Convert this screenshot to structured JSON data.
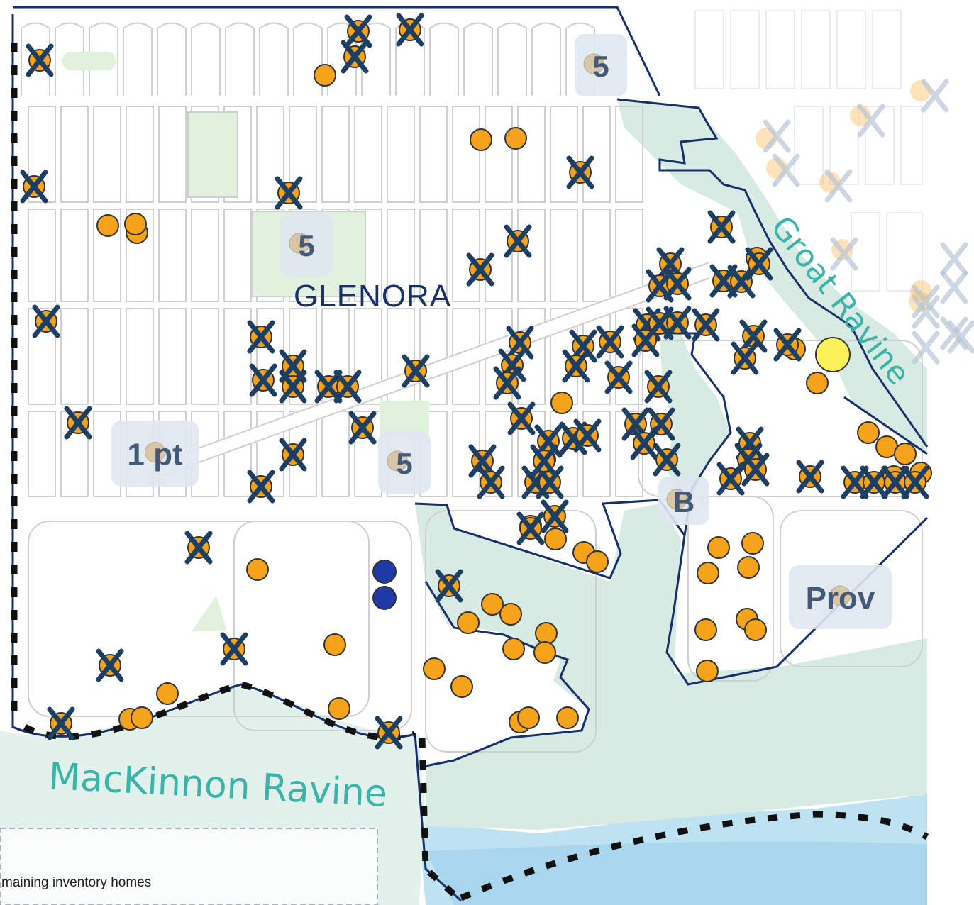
{
  "map": {
    "neighbourhood_label": "GLENORA",
    "ravines": {
      "mackinnon": "MacKinnon Ravine",
      "groat": "Groat Ravine"
    },
    "badges": [
      {
        "id": "badge-5-north",
        "label": "5"
      },
      {
        "id": "badge-5-park",
        "label": "5"
      },
      {
        "id": "badge-1pt",
        "label": "1 pt"
      },
      {
        "id": "badge-5-south",
        "label": "5"
      },
      {
        "id": "badge-b",
        "label": "B"
      },
      {
        "id": "badge-prov",
        "label": "Prov"
      }
    ],
    "legend": {
      "remaining_inventory": "maining inventory homes"
    },
    "colors": {
      "home_marker": "#f5a31a",
      "crossed_marker": "#1c3f63",
      "highlight_marker": "#fbf25a",
      "special_marker": "#1e3aa8",
      "boundary": "#17306a",
      "ravine_green": "#d9ece6",
      "river": "#bfe2f3"
    },
    "marker_legend": {
      "home": "circle-marker-icon",
      "sold": "x-mark-icon"
    }
  }
}
